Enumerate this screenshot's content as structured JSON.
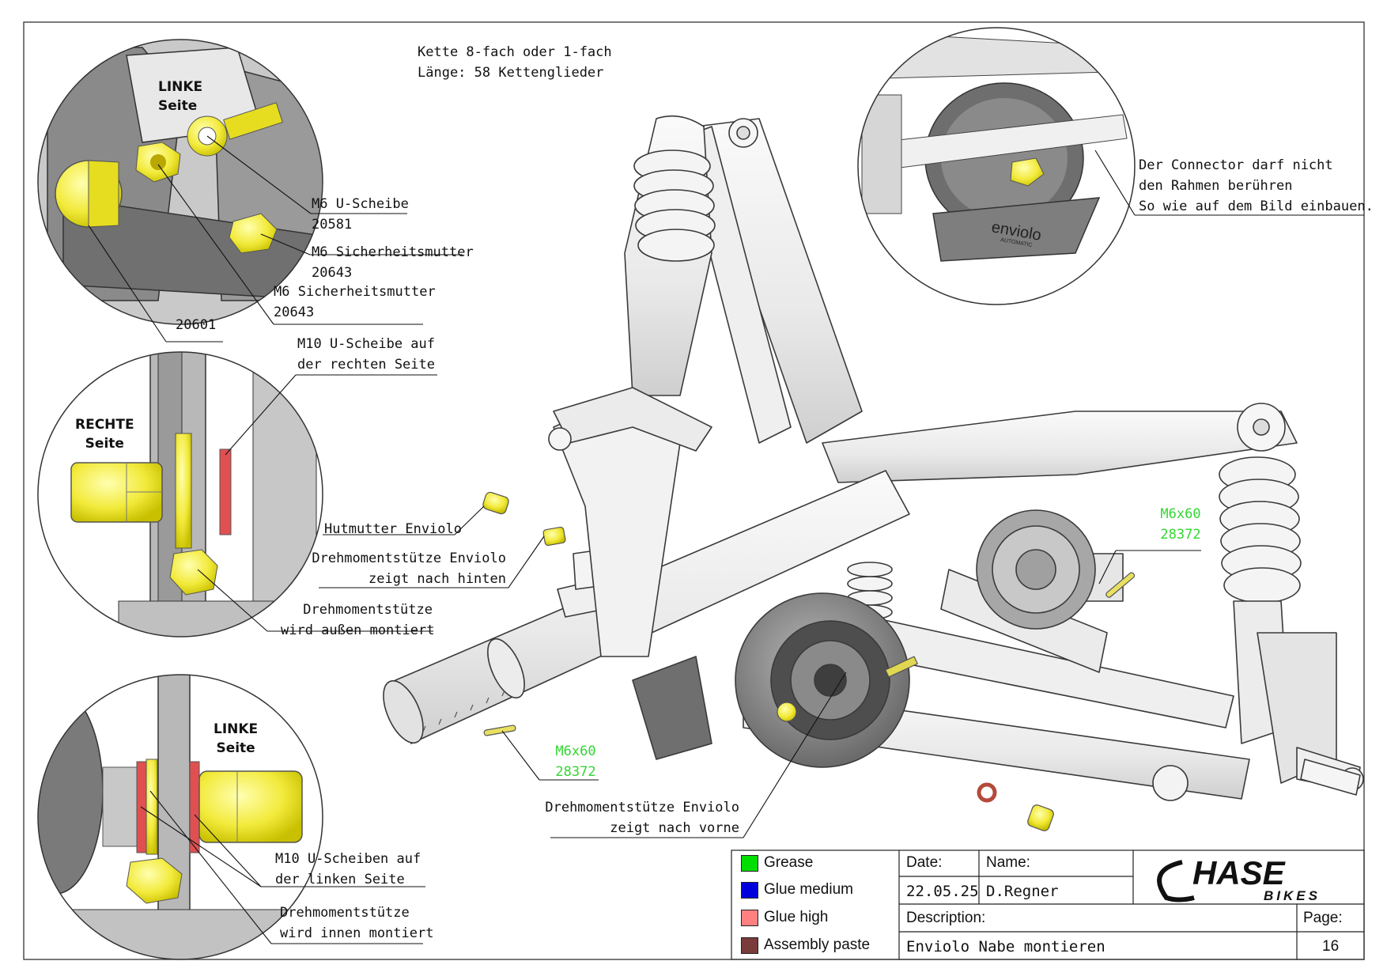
{
  "notes": {
    "chain": [
      "Kette 8-fach oder 1-fach",
      "Länge: 58 Kettenglieder"
    ],
    "connector": [
      "Der Connector darf nicht",
      "den Rahmen berühren",
      "So wie auf dem Bild einbauen."
    ]
  },
  "side_labels": {
    "top_left": [
      "LINKE",
      "Seite"
    ],
    "middle_left": [
      "RECHTE",
      "Seite"
    ],
    "bottom_left": [
      "LINKE",
      "Seite"
    ]
  },
  "callouts": {
    "m6_washer": [
      "M6 U-Scheibe",
      "20581"
    ],
    "m6_nut_1": [
      "M6 Sicherheitsmutter",
      "20643"
    ],
    "m6_nut_2": [
      "M6 Sicherheitsmutter",
      "20643"
    ],
    "cap_part": "20601",
    "m10_washer_right": [
      "M10 U-Scheibe auf",
      "der rechten Seite"
    ],
    "cap_nut_enviolo": "Hutmutter Enviolo",
    "torque_back": [
      "Drehmomentstütze Enviolo",
      "zeigt nach hinten"
    ],
    "torque_outside": [
      "Drehmomentstütze",
      "wird außen montiert"
    ],
    "bolt_right": [
      "M6x60",
      "28372"
    ],
    "bolt_left": [
      "M6x60",
      "28372"
    ],
    "torque_front": [
      "Drehmomentstütze Enviolo",
      "zeigt nach vorne"
    ],
    "m10_washers_left": [
      "M10 U-Scheiben auf",
      "der linken Seite"
    ],
    "torque_inside": [
      "Drehmomentstütze",
      "wird innen montiert"
    ]
  },
  "product_label": "enviolo",
  "product_sublabel": "AUTOMATIC",
  "legend": [
    {
      "label": "Grease",
      "color": "#00dd00"
    },
    {
      "label": "Glue medium",
      "color": "#0000dd"
    },
    {
      "label": "Glue high",
      "color": "#ff8080"
    },
    {
      "label": "Assembly paste",
      "color": "#7a3b3b"
    }
  ],
  "title_block": {
    "date_label": "Date:",
    "date": "22.05.25",
    "name_label": "Name:",
    "name": "D.Regner",
    "description_label": "Description:",
    "description": "Enviolo Nabe montieren",
    "page_label": "Page:",
    "page": "16",
    "logo_main": "HASE",
    "logo_sub": "BIKES"
  }
}
